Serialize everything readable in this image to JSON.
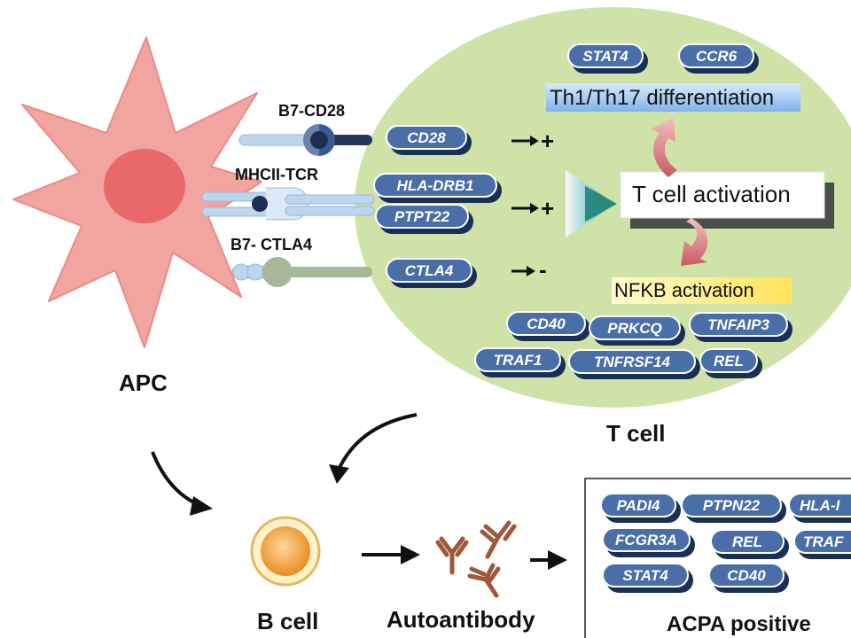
{
  "colors": {
    "apc_fill": "#f1a4a0",
    "apc_nucleus": "#e9686c",
    "tcell_fill": "#cfe3a8",
    "pill_fill": "#4a6ea8",
    "pill_shadow": "#1a2f55",
    "th_box": "#a9cdf4",
    "nfkb_box": "#fff3a0",
    "bcell_fill": "#f2a14a",
    "antibody": "#a0583a"
  },
  "apc": {
    "label": "APC"
  },
  "receptors": {
    "b7_cd28": "B7-CD28",
    "mhc_tcr": "MHCII-TCR",
    "b7_ctla4": "B7- CTLA4"
  },
  "tcell": {
    "label": "T cell",
    "genes": {
      "cd28": "CD28",
      "hla_drb1": "HLA-DRB1",
      "ptpt22": "PTPT22",
      "ctla4": "CTLA4",
      "stat4": "STAT4",
      "ccr6": "CCR6",
      "cd40": "CD40",
      "prkcq": "PRKCQ",
      "tnfaip3": "TNFAIP3",
      "traf1": "TRAF1",
      "tnfrsf14": "TNFRSF14",
      "rel": "REL"
    },
    "signs": {
      "cd28": "+",
      "mhc": "+",
      "ctla4": "-"
    },
    "th_diff": "Th1/Th17 differentiation",
    "activation": "T cell activation",
    "nfkb": "NFKB activation"
  },
  "bcell": {
    "label": "B cell"
  },
  "autoantibody": {
    "label": "Autoantibody"
  },
  "acpa": {
    "label": "ACPA positive",
    "genes": {
      "padi4": "PADI4",
      "ptpn22": "PTPN22",
      "hla_cut": "HLA-I",
      "fcgr3a": "FCGR3A",
      "rel": "REL",
      "traf_cut": "TRAF",
      "stat4": "STAT4",
      "cd40": "CD40"
    }
  }
}
